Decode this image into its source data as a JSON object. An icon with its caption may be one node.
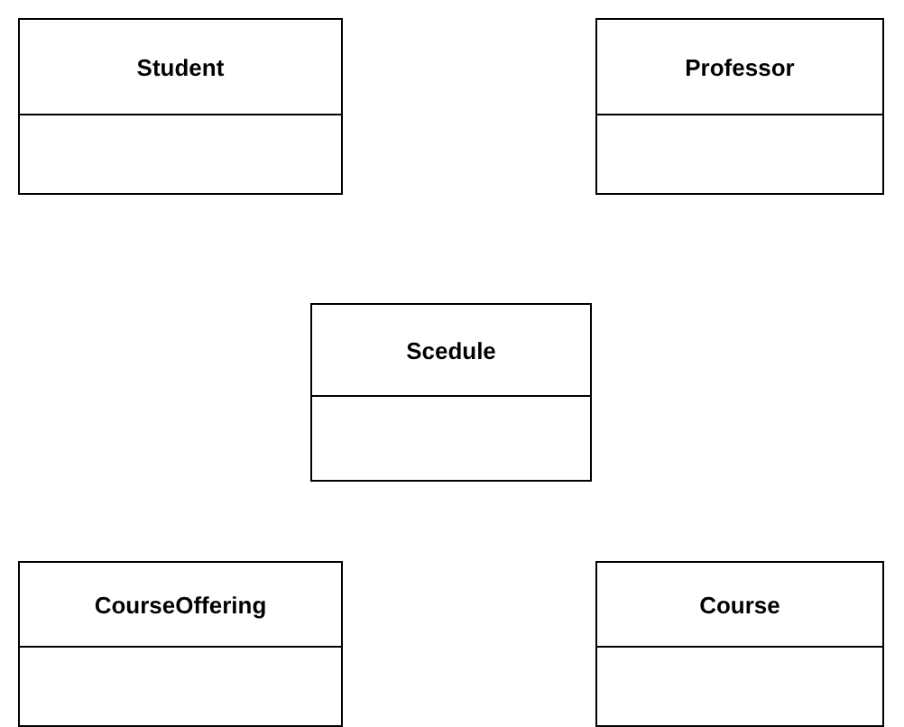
{
  "diagram": {
    "nodes": [
      {
        "text": [
          "Student"
        ]
      },
      {
        "text": [
          "Professor"
        ]
      },
      {
        "text": [
          "Scedule"
        ]
      },
      {
        "text": [
          "CourseOffering"
        ]
      },
      {
        "text": [
          "Course"
        ]
      }
    ]
  }
}
